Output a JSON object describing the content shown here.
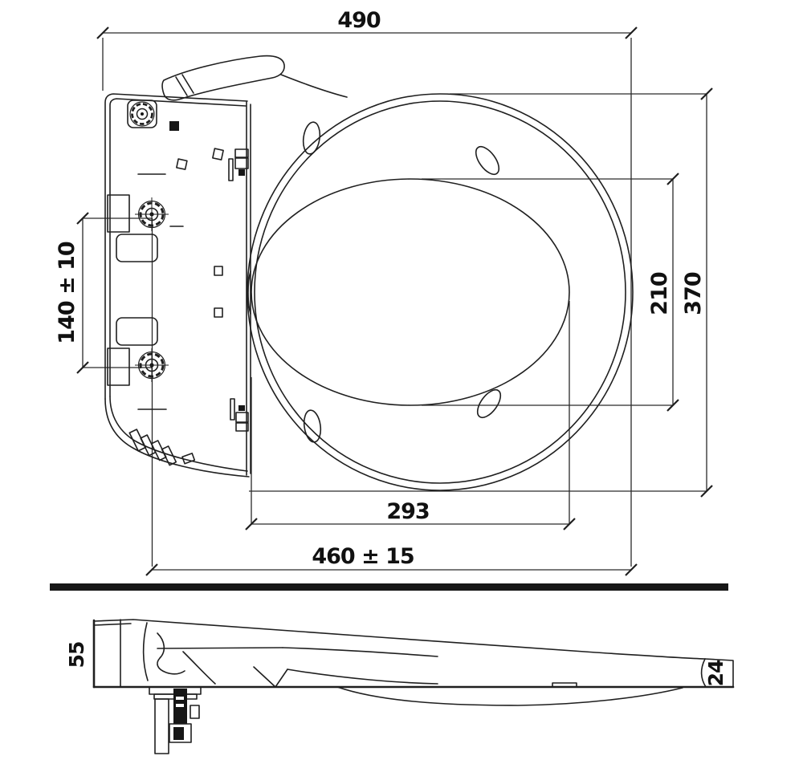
{
  "drawing": {
    "kind": "bidet-seat-dimension-drawing",
    "views": [
      "plan-view",
      "side-view"
    ]
  },
  "dimensions": {
    "overall_width": {
      "value": "490",
      "orientation": "horizontal",
      "location": "top of plan view"
    },
    "overall_depth": {
      "value": "370",
      "orientation": "vertical",
      "location": "right of plan view"
    },
    "opening_depth": {
      "value": "210",
      "orientation": "vertical",
      "location": "right of plan view, inner"
    },
    "mounting_hole_spacing": {
      "value": "140 ± 10",
      "orientation": "vertical",
      "location": "left of plan view"
    },
    "opening_width": {
      "value": "293",
      "orientation": "horizontal",
      "location": "bottom of plan view, inner"
    },
    "mounting_length": {
      "value": "460 ± 15",
      "orientation": "horizontal",
      "location": "bottom of plan view"
    },
    "rear_height": {
      "value": "55",
      "orientation": "vertical",
      "location": "left of side view"
    },
    "front_height": {
      "value": "24",
      "orientation": "vertical",
      "location": "right of side view"
    }
  },
  "colors": {
    "background": "#ffffff",
    "line": "#1f1f1f",
    "dimension_line": "#2a2a2a",
    "divider_bar": "#171717"
  }
}
